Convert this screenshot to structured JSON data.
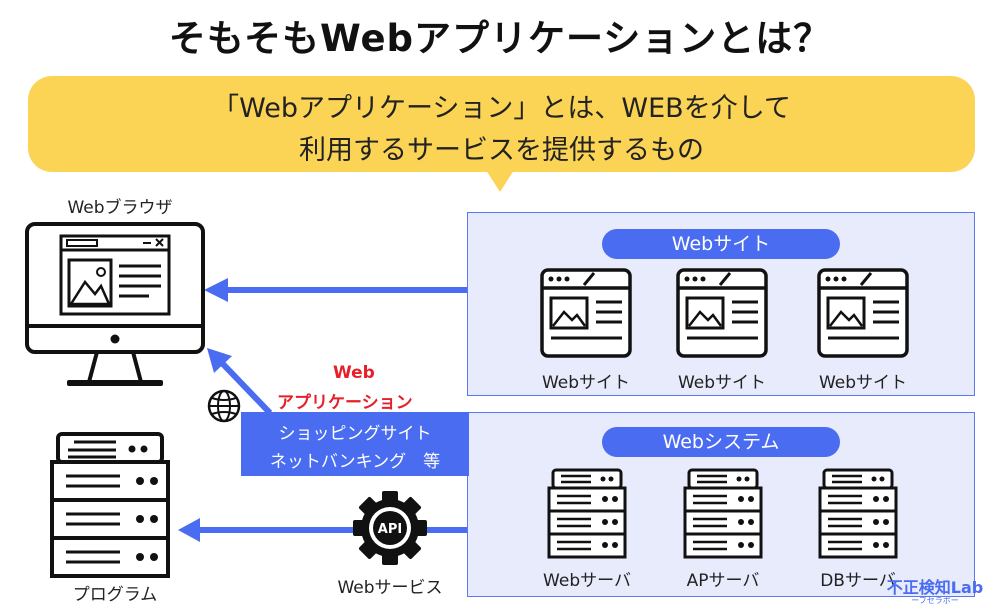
{
  "title": "そもそもWebアプリケーションとは？",
  "definition": {
    "line1": "「Webアプリケーション」とは、WEBを介して",
    "line2": "利用するサービスを提供するもの"
  },
  "browser": {
    "label": "Webブラウザ"
  },
  "program": {
    "label": "プログラム"
  },
  "web_app": {
    "label1": "Web",
    "label2": "アプリケーション",
    "examples1": "ショッピングサイト",
    "examples2": "ネットバンキング　等"
  },
  "web_service": {
    "label": "Webサービス",
    "api_text": "API"
  },
  "website_group": {
    "title": "Webサイト",
    "items": [
      "Webサイト",
      "Webサイト",
      "Webサイト"
    ]
  },
  "websystem_group": {
    "title": "Webシステム",
    "items": [
      "Webサーバ",
      "APサーバ",
      "DBサーバ"
    ]
  },
  "logo": {
    "main": "不正検知Lab",
    "sub": "ーフセラボー"
  },
  "colors": {
    "accent": "#4a6cf0",
    "bubble": "#fbd456",
    "panel": "#e7ebfb",
    "red": "#e6202a"
  }
}
